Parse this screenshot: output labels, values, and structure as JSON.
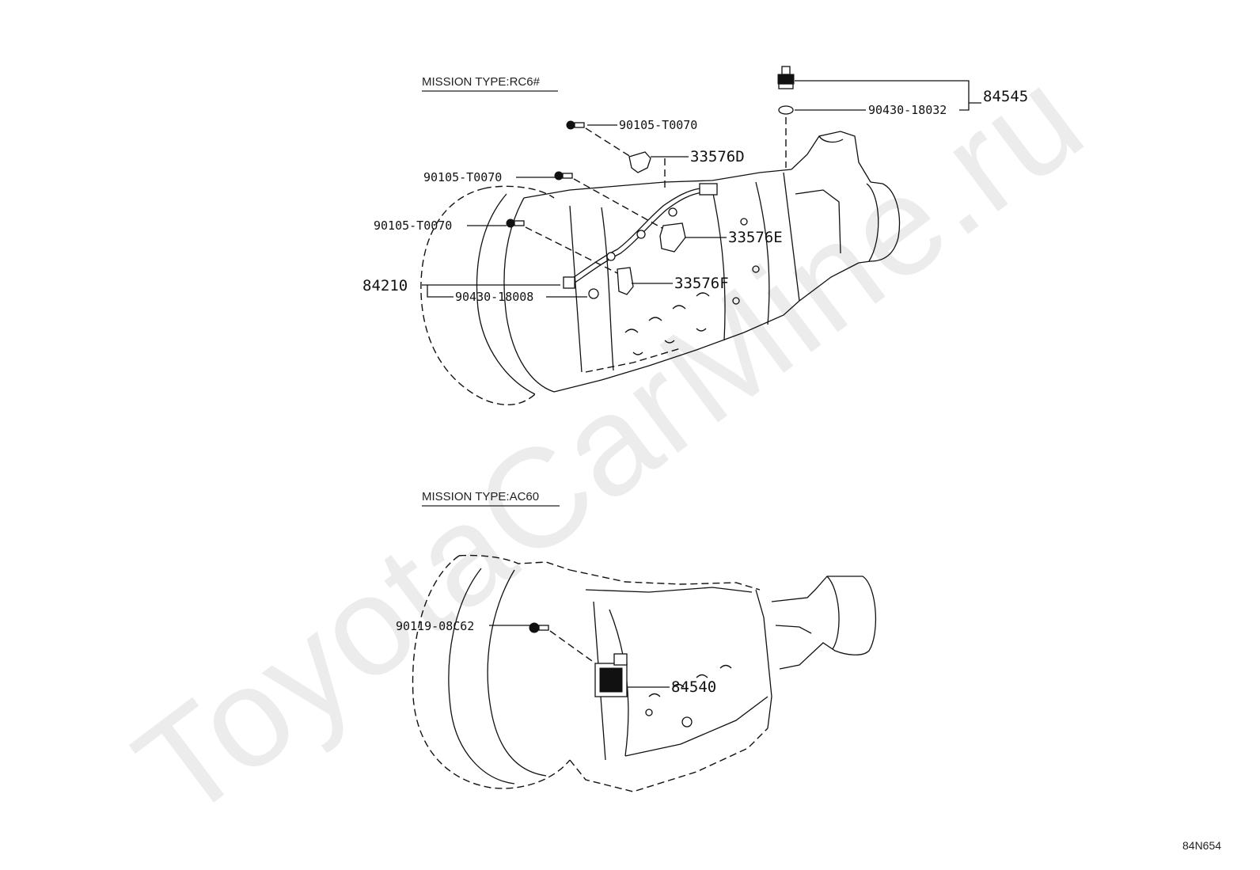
{
  "watermark": "ToyotaCarMine.ru",
  "diagram_code": "84N654",
  "sections": [
    {
      "title": "MISSION TYPE:RC6#"
    },
    {
      "title": "MISSION TYPE:AC60"
    }
  ],
  "callouts_rc6": {
    "p84545": "84545",
    "p90430_18032": "90430-18032",
    "p90105_a": "90105-T0070",
    "p33576D": "33576D",
    "p90105_b": "90105-T0070",
    "p90105_c": "90105-T0070",
    "p33576E": "33576E",
    "p84210": "84210",
    "p90430_18008": "90430-18008",
    "p33576F": "33576F"
  },
  "callouts_ac60": {
    "p90119": "90119-08C62",
    "p84540": "84540"
  }
}
